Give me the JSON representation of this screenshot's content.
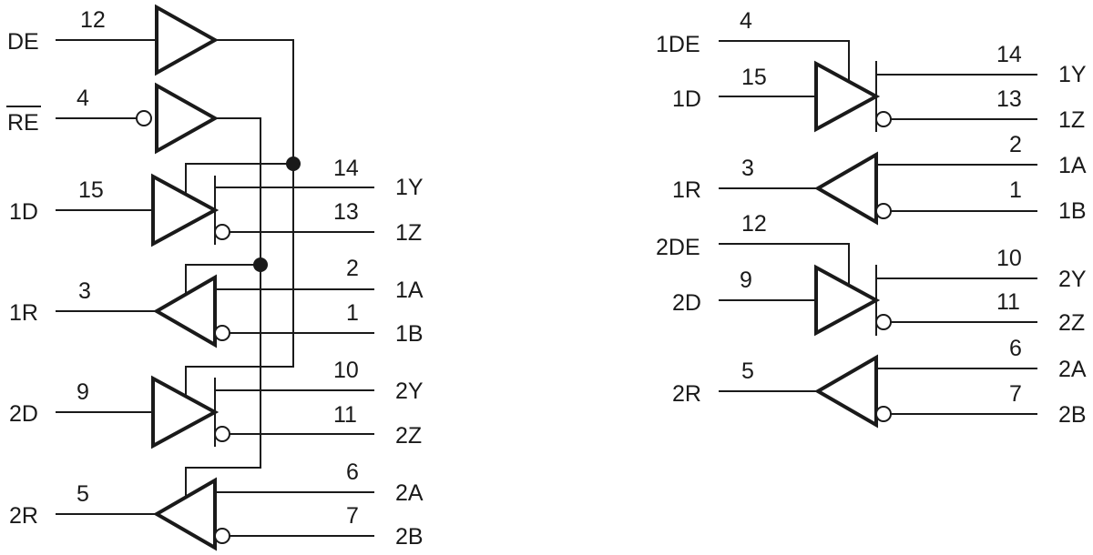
{
  "left_diagram": {
    "de": {
      "signal": "DE",
      "pin": "12"
    },
    "re": {
      "signal": "RE",
      "pin": "4"
    },
    "d1": {
      "signal": "1D",
      "pin": "15",
      "out_y": "1Y",
      "out_y_pin": "14",
      "out_z": "1Z",
      "out_z_pin": "13"
    },
    "r1": {
      "signal": "1R",
      "pin": "3",
      "in_a": "1A",
      "in_a_pin": "2",
      "in_b": "1B",
      "in_b_pin": "1"
    },
    "d2": {
      "signal": "2D",
      "pin": "9",
      "out_y": "2Y",
      "out_y_pin": "10",
      "out_z": "2Z",
      "out_z_pin": "11"
    },
    "r2": {
      "signal": "2R",
      "pin": "5",
      "in_a": "2A",
      "in_a_pin": "6",
      "in_b": "2B",
      "in_b_pin": "7"
    }
  },
  "right_diagram": {
    "d1": {
      "enable": "1DE",
      "enable_pin": "4",
      "signal": "1D",
      "pin": "15",
      "out_y": "1Y",
      "out_y_pin": "14",
      "out_z": "1Z",
      "out_z_pin": "13"
    },
    "r1": {
      "signal": "1R",
      "pin": "3",
      "in_a": "1A",
      "in_a_pin": "2",
      "in_b": "1B",
      "in_b_pin": "1"
    },
    "d2": {
      "enable": "2DE",
      "enable_pin": "12",
      "signal": "2D",
      "pin": "9",
      "out_y": "2Y",
      "out_y_pin": "10",
      "out_z": "2Z",
      "out_z_pin": "11"
    },
    "r2": {
      "signal": "2R",
      "pin": "5",
      "in_a": "2A",
      "in_a_pin": "6",
      "in_b": "2B",
      "in_b_pin": "7"
    }
  }
}
